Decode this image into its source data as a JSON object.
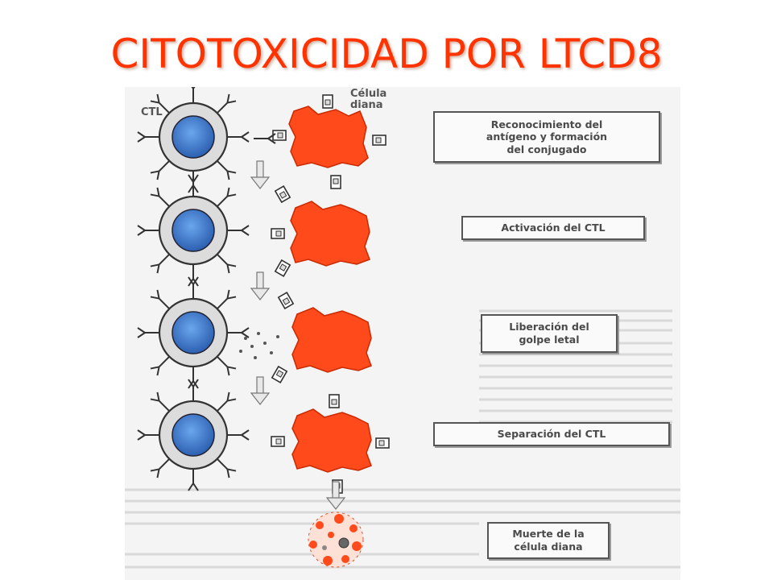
{
  "title": "CITOTOXICIDAD POR LTCD8",
  "colors": {
    "title": "#ff3300",
    "target_cell": "#ff4a1c",
    "ctl_nucleus": "#3f7fd0",
    "label_border": "#555555"
  },
  "diagram": {
    "ctl_label": "CTL",
    "target_label": "Célula\ndiana",
    "stages": [
      {
        "label": "Reconocimiento del\nantígeno y formación\ndel conjugado"
      },
      {
        "label": "Activación del CTL"
      },
      {
        "label": "Liberación del\ngolpe letal"
      },
      {
        "label": "Separación del CTL"
      },
      {
        "label": "Muerte de la\ncélula diana"
      }
    ]
  }
}
